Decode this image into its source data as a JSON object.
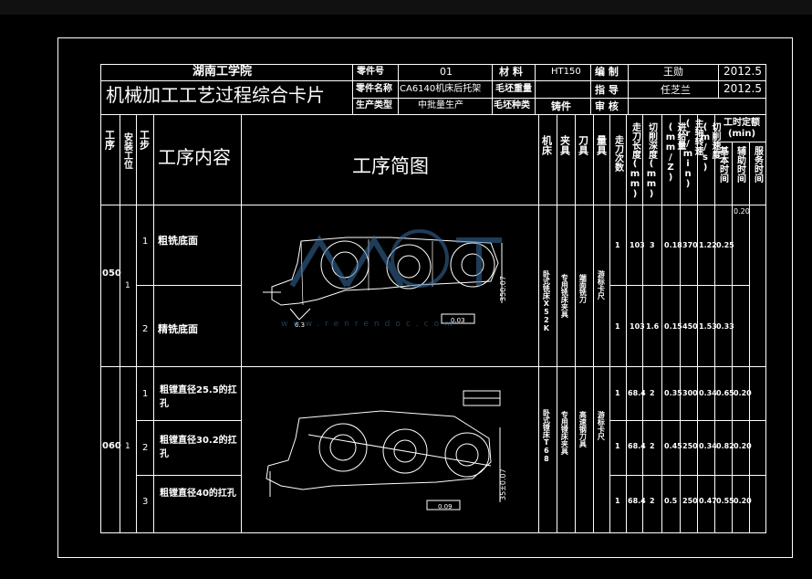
{
  "header": {
    "school": "湖南工学院",
    "card_title": "机械加工工艺过程综合卡片",
    "part_no_label": "零件号",
    "part_no": "01",
    "material_label": "材 料",
    "material": "HT150",
    "compiler_label": "编 制",
    "compiler": "王勋",
    "compile_date": "2012.5",
    "part_name_label": "零件名称",
    "part_name": "CA6140机床后托架",
    "blank_weight_label": "毛坯重量",
    "advisor_label": "指 导",
    "advisor": "任芝兰",
    "advisor_date": "2012.5",
    "production_type_label": "生产类型",
    "production_type": "中批量生产",
    "blank_type_label": "毛坯种类",
    "blank_type": "铸件",
    "review_label": "审 核"
  },
  "columns": {
    "process": "工序",
    "install": "安装工位",
    "step": "工步",
    "content": "工序内容",
    "sketch": "工序简图",
    "machine": "机床",
    "fixture": "夹具",
    "tool": "刀具",
    "gauge": "量具",
    "passes": "走刀次数",
    "length": "走刀长度(mm)",
    "depth": "切削深度(mm)",
    "feed": "进给量(mm/Z)",
    "speed": "主轴转速(r/min)",
    "cut_speed": "切削速度(m/s)",
    "time_quota": "工时定额(min)",
    "basic_time": "基本时间",
    "aux_time": "辅助时间",
    "service_time": "服务时间"
  },
  "ops": [
    {
      "no": "050",
      "install": "1",
      "machine": "卧式铣床X52K",
      "fixture": "专用铣床夹具",
      "tool": "端面铣刀",
      "gauge": "游标卡尺",
      "aux_time": "0.20",
      "dims": [
        "350.07",
        "0.03",
        "6.3"
      ],
      "steps": [
        {
          "step": "1",
          "content": "粗铣底面",
          "passes": "1",
          "length": "103",
          "depth": "3",
          "feed": "0.18",
          "speed": "370",
          "cut_speed": "1.22",
          "basic": "0.25"
        },
        {
          "step": "2",
          "content": "精铣底面",
          "passes": "1",
          "length": "103",
          "depth": "1.6",
          "feed": "0.15",
          "speed": "450",
          "cut_speed": "1.53",
          "basic": "0.33"
        }
      ]
    },
    {
      "no": "060",
      "install": "1",
      "machine": "卧式镗床T68",
      "fixture": "专用镗床夹具",
      "tool": "高速钢刀具",
      "gauge": "游标卡尺",
      "dims": [
        "35±0.07",
        "0.09"
      ],
      "steps": [
        {
          "step": "1",
          "content": "粗镗直径25.5的扛孔",
          "passes": "1",
          "length": "68.4",
          "depth": "2",
          "feed": "0.35",
          "speed": "300",
          "cut_speed": "0.34",
          "basic": "0.65",
          "aux": "0.20"
        },
        {
          "step": "2",
          "content": "粗镗直径30.2的扛孔",
          "passes": "1",
          "length": "68.4",
          "depth": "2",
          "feed": "0.45",
          "speed": "250",
          "cut_speed": "0.34",
          "basic": "0.82",
          "aux": "0.20"
        },
        {
          "step": "3",
          "content": "粗镗直径40的扛孔",
          "passes": "1",
          "length": "68.4",
          "depth": "2",
          "feed": "0.5",
          "speed": "250",
          "cut_speed": "0.47",
          "basic": "0.55",
          "aux": "0.20"
        }
      ]
    }
  ],
  "watermark": {
    "url": "www.renrendoc.com"
  },
  "colors": {
    "background": "#000000",
    "lines": "#ffffff",
    "drawing": "#ffffff",
    "watermark": "#3a6ea0"
  }
}
